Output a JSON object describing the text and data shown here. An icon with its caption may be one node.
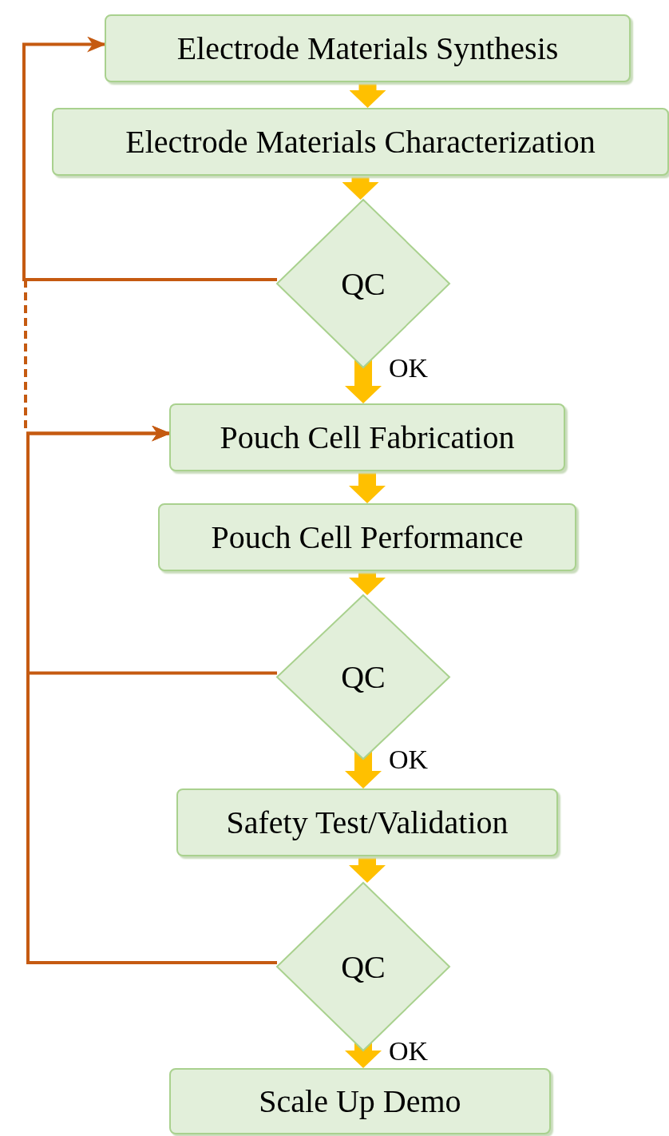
{
  "diagram": {
    "nodes": [
      {
        "text": [
          "Electrode Materials Synthesis"
        ]
      },
      {
        "text": [
          "Electrode Materials Characterization"
        ]
      },
      {
        "text": [
          "QC"
        ]
      },
      {
        "text": [
          "Pouch Cell Fabrication"
        ]
      },
      {
        "text": [
          "Pouch Cell Performance"
        ]
      },
      {
        "text": [
          "QC"
        ]
      },
      {
        "text": [
          "Safety Test/Validation"
        ]
      },
      {
        "text": [
          "QC"
        ]
      },
      {
        "text": [
          "Scale Up Demo"
        ]
      }
    ],
    "edges": [
      {
        "from": 0,
        "to": 1,
        "arrow": "to"
      },
      {
        "from": 1,
        "to": 2,
        "arrow": "to"
      },
      {
        "from": 2,
        "to": 3,
        "arrow": "to",
        "label": "OK"
      },
      {
        "from": 3,
        "to": 4,
        "arrow": "to"
      },
      {
        "from": 4,
        "to": 5,
        "arrow": "to"
      },
      {
        "from": 5,
        "to": 6,
        "arrow": "to",
        "label": "OK"
      },
      {
        "from": 6,
        "to": 7,
        "arrow": "to"
      },
      {
        "from": 7,
        "to": 8,
        "arrow": "to",
        "label": "OK"
      },
      {
        "from": 2,
        "to": 0,
        "arrow": "to",
        "color": "#c55a11"
      },
      {
        "from": 5,
        "to": 3,
        "arrow": "to",
        "color": "#c55a11"
      },
      {
        "from": 7,
        "to": 3,
        "arrow": "to",
        "color": "#c55a11"
      }
    ]
  }
}
